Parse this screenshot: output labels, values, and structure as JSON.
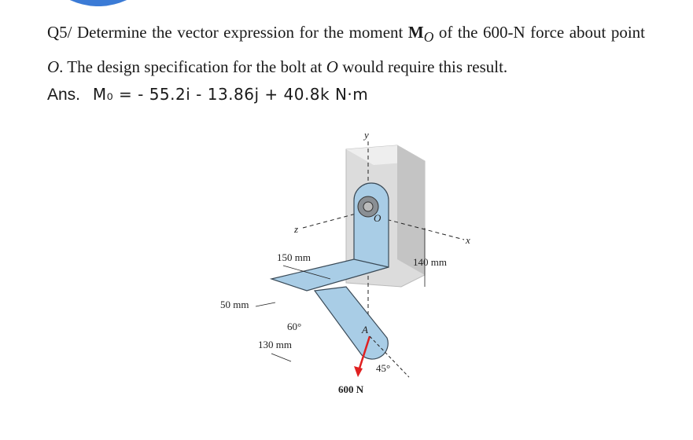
{
  "question": {
    "number": "Q5/",
    "text_1": " Determine the vector expression for the moment ",
    "moment_symbol": "M",
    "moment_sub": "O",
    "text_2": " of the 600-N force about point ",
    "point": "O",
    "text_3": ". The design specification for the bolt at ",
    "text_4": " would require this result."
  },
  "answer": {
    "label": "Ans.",
    "expression": "M₀  =  - 55.2i - 13.86j + 40.8k  N·m"
  },
  "figure": {
    "dim_150": "150 mm",
    "dim_140": "140 mm",
    "dim_50": "50 mm",
    "dim_130": "130 mm",
    "angle_60": "60°",
    "angle_45": "45°",
    "force_label": "600 N",
    "axis_x": "x",
    "axis_y": "y",
    "axis_z": "z",
    "point_O": "O",
    "point_A": "A"
  },
  "colors": {
    "bracket": "#a9cde6",
    "bracket_edge": "#3a4a57",
    "wall": "#d9d9d9",
    "force": "#e02020"
  }
}
